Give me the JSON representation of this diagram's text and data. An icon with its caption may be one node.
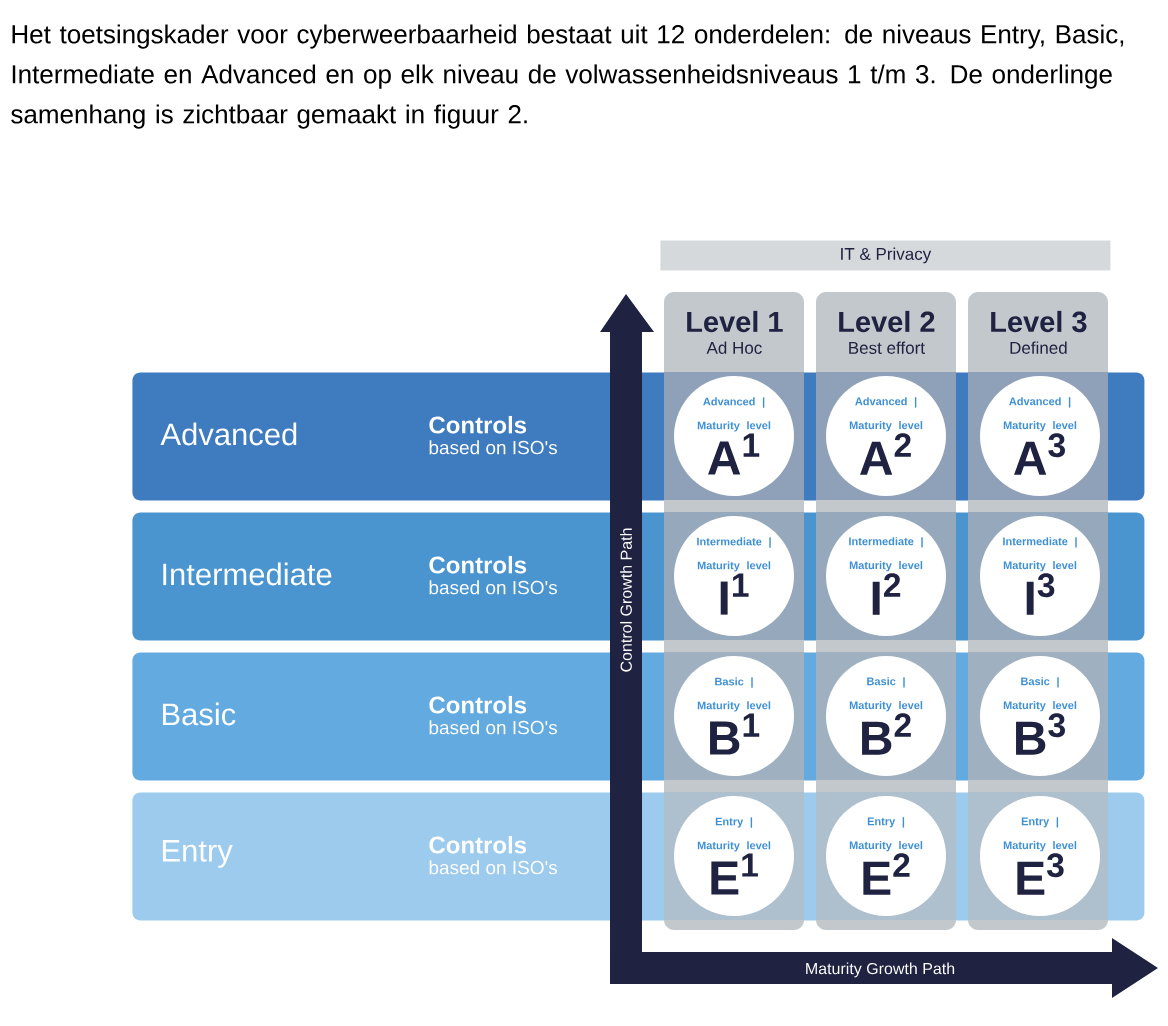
{
  "diagram": {
    "caption": "Het toetsingskader voor cyberweerbaarheid bestaat uit 12 onderdelen: de niveaus Entry, Basic, Intermediate en Advanced en op elk niveau de volwassenheidsniveaus 1 t/m 3. De onderlinge samenhang is zichtbaar gemaakt in figuur 2.",
    "nodes": [
      {
        "text": [
          "IT & Privacy"
        ]
      },
      {
        "text": [
          "Level 1",
          "Ad Hoc"
        ]
      },
      {
        "text": [
          "Level 2",
          "Best effort"
        ]
      },
      {
        "text": [
          "Level 3",
          "Defined"
        ]
      },
      {
        "text": [
          "Advanced",
          "Controls",
          "based on ISO's"
        ]
      },
      {
        "text": [
          "Advanced | Maturity level",
          "A$^{1}$"
        ]
      },
      {
        "text": [
          "Advanced | Maturity level",
          "A$^{2}$"
        ]
      },
      {
        "text": [
          "Advanced | Maturity level",
          "A$^{3}$"
        ]
      },
      {
        "text": [
          "Intermediate",
          "Controls",
          "based on ISO's"
        ]
      },
      {
        "text": [
          "Intermediate | Maturity level",
          "I$^{1}$"
        ]
      },
      {
        "text": [
          "Intermediate | Maturity level",
          "I$^{2}$"
        ]
      },
      {
        "text": [
          "Intermediate | Maturity level",
          "I$^{3}$"
        ]
      },
      {
        "text": [
          "Basic",
          "Controls",
          "based on ISO's"
        ]
      },
      {
        "text": [
          "Basic | Maturity level",
          "B$^{1}$"
        ]
      },
      {
        "text": [
          "Basic | Maturity level",
          "B$^{2}$"
        ]
      },
      {
        "text": [
          "Basic | Maturity level",
          "B$^{3}$"
        ]
      },
      {
        "text": [
          "Entry",
          "Controls",
          "based on ISO's"
        ]
      },
      {
        "text": [
          "Entry | Maturity level",
          "E$^{1}$"
        ]
      },
      {
        "text": [
          "Entry | Maturity level",
          "E$^{2}$"
        ]
      },
      {
        "text": [
          "Entry | Maturity level",
          "E$^{3}$"
        ]
      }
    ],
    "labels": [
      "Control Growth Path",
      "Maturity Growth Path"
    ]
  }
}
